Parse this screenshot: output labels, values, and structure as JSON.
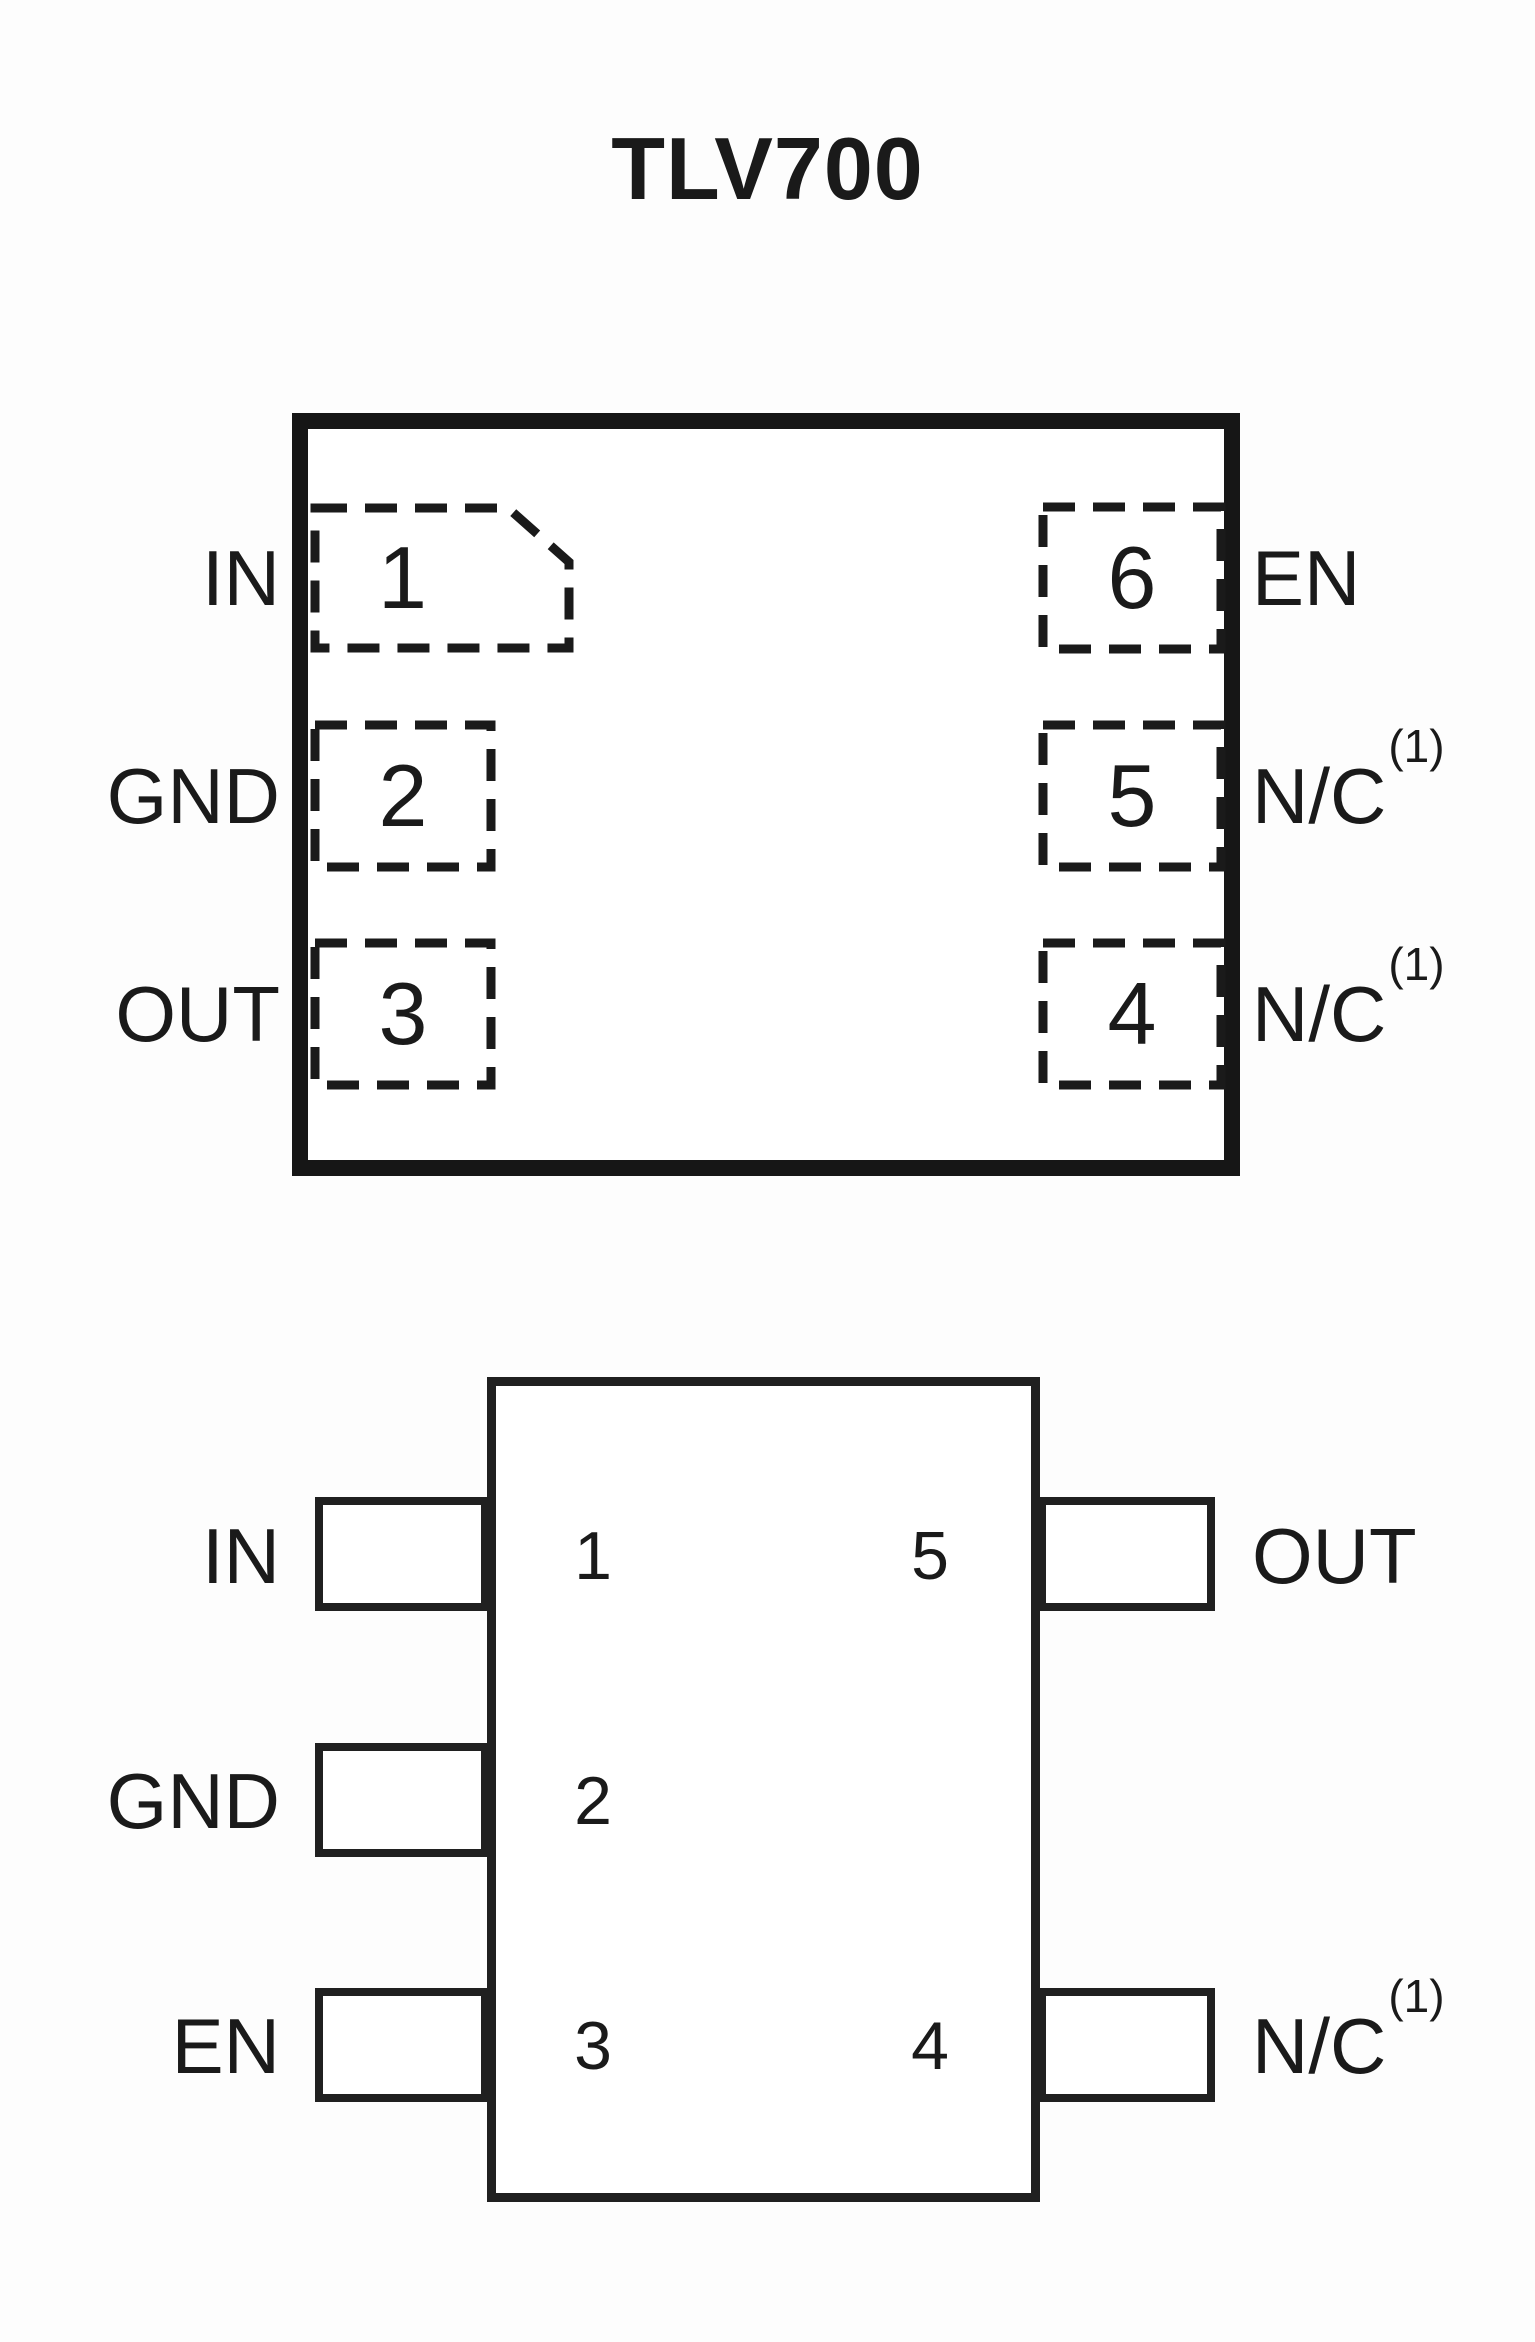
{
  "title": "TLV700",
  "top_package": {
    "left_pins": [
      {
        "num": "1",
        "label": "IN"
      },
      {
        "num": "2",
        "label": "GND"
      },
      {
        "num": "3",
        "label": "OUT"
      }
    ],
    "right_pins": [
      {
        "num": "6",
        "label": "EN",
        "sup": ""
      },
      {
        "num": "5",
        "label": "N/C",
        "sup": "(1)"
      },
      {
        "num": "4",
        "label": "N/C",
        "sup": "(1)"
      }
    ]
  },
  "bottom_package": {
    "left_pins": [
      {
        "num": "1",
        "label": "IN"
      },
      {
        "num": "2",
        "label": "GND"
      },
      {
        "num": "3",
        "label": "EN"
      }
    ],
    "right_pins": [
      {
        "num": "5",
        "label": "OUT",
        "sup": ""
      },
      {
        "num": "4",
        "label": "N/C",
        "sup": "(1)"
      }
    ]
  }
}
